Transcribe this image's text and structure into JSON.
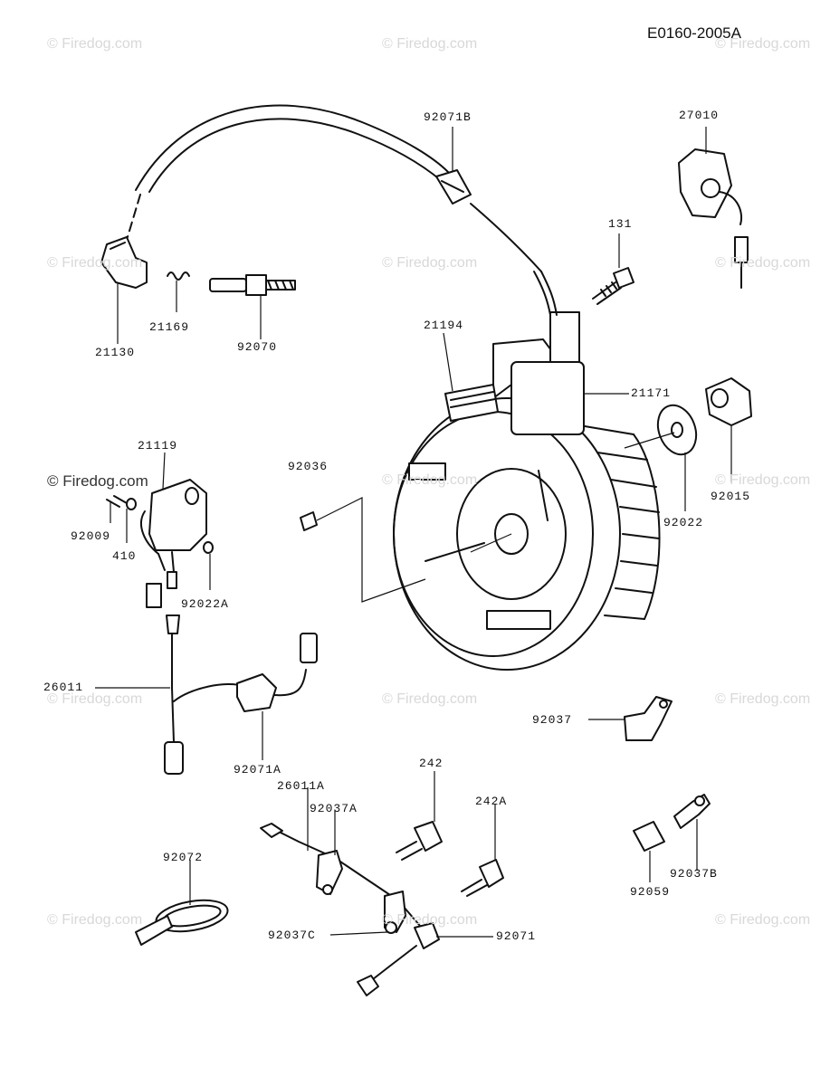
{
  "diagram_code": "E0160-2005A",
  "watermark": "© Firedog.com",
  "parts": [
    {
      "id": "92071B"
    },
    {
      "id": "27010"
    },
    {
      "id": "131"
    },
    {
      "id": "21169"
    },
    {
      "id": "21130"
    },
    {
      "id": "92070"
    },
    {
      "id": "21194"
    },
    {
      "id": "21171"
    },
    {
      "id": "21119"
    },
    {
      "id": "92036"
    },
    {
      "id": "92009"
    },
    {
      "id": "410"
    },
    {
      "id": "92022A"
    },
    {
      "id": "92022"
    },
    {
      "id": "92015"
    },
    {
      "id": "26011"
    },
    {
      "id": "92071A"
    },
    {
      "id": "92037"
    },
    {
      "id": "26011A"
    },
    {
      "id": "242"
    },
    {
      "id": "92037A"
    },
    {
      "id": "242A"
    },
    {
      "id": "92072"
    },
    {
      "id": "92037C"
    },
    {
      "id": "92071"
    },
    {
      "id": "92059"
    },
    {
      "id": "92037B"
    }
  ]
}
